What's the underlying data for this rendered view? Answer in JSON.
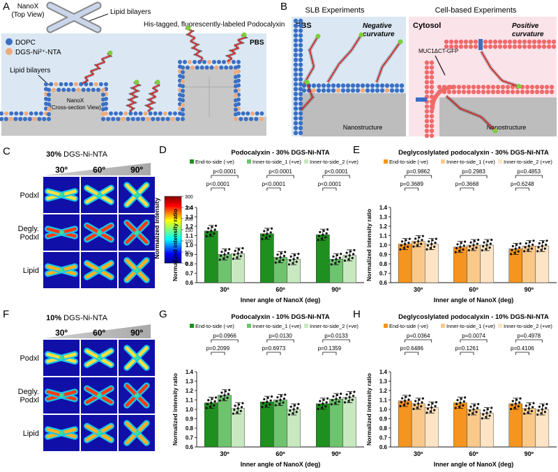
{
  "panel_letters": {
    "A": "A",
    "B": "B",
    "C": "C",
    "D": "D",
    "E": "E",
    "F": "F",
    "G": "G",
    "H": "H"
  },
  "panelA": {
    "nanox_top": "NanoX\n(Top View)",
    "lipid_bilayers_top": "Lipid bilayers",
    "podocalyxin_label": "His-tagged, fluorescently-labeled Podocalyxin",
    "legend_dopc": "DOPC",
    "legend_nta": "DGS-Ni²⁺-NTA",
    "pbs": "PBS",
    "lipid_bilayers": "Lipid bilayers",
    "nanox_cross": "NanoX\n(Cross-section View)",
    "colors": {
      "dopc": "#3a6fc4",
      "nta": "#f2a97a",
      "bg": "#dbe8f4",
      "substrate": "#c8c8c8",
      "protein": "#d62020",
      "star": "#7ccf3a"
    }
  },
  "panelB": {
    "title_left": "SLB Experiments",
    "title_right": "Cell-based Experiments",
    "pbs": "PBS",
    "neg_curv": "Negative\ncurvature",
    "cytosol": "Cytosol",
    "pos_curv": "Positive\ncurvature",
    "muc": "MUC1ΔCT-GFP",
    "nano_left": "Nanostructure",
    "nano_right": "Nanostructure",
    "colors": {
      "left_bg": "#dbe8f4",
      "right_bg": "#fbe3ea",
      "lipid_right": "#f06a6a"
    }
  },
  "heatmap_C": {
    "title_bold": "30%",
    "title_rest": " DGS-Ni-NTA",
    "angles": [
      "30º",
      "60º",
      "90º"
    ],
    "rows": [
      "Podxl",
      "Degly.\nPodxl",
      "Lipid"
    ],
    "colorbar_label": "Normalized Intensity",
    "colorbar_ticks": [
      "300",
      "250",
      "200",
      "150",
      "100",
      "50",
      "0"
    ]
  },
  "heatmap_F": {
    "title_bold": "10%",
    "title_rest": " DGS-Ni-NTA",
    "angles": [
      "30º",
      "60º",
      "90º"
    ],
    "rows": [
      "Podxl",
      "Degly.\nPodxl",
      "Lipid"
    ]
  },
  "chart_data": [
    {
      "panel": "D",
      "type": "bar",
      "title": "Podocalyxin - 30% DGS-Ni-NTA",
      "xlabel": "Inner angle of NanoX (deg)",
      "ylabel": "Normalized intensity ratio",
      "ylim": [
        0.6,
        1.4
      ],
      "yticks": [
        "0.6",
        "0.7",
        "0.8",
        "0.9",
        "1.0",
        "1.1",
        "1.2",
        "1.3",
        "1.4"
      ],
      "categories": [
        "30º",
        "60º",
        "90º"
      ],
      "series": [
        {
          "name": "End-to-side (-ve)",
          "values": [
            1.15,
            1.12,
            1.11
          ],
          "color": "#1f8f1f"
        },
        {
          "name": "Inner-to-side_1 (+ve)",
          "values": [
            0.9,
            0.87,
            0.85
          ],
          "color": "#6ec46e"
        },
        {
          "name": "Inner-to-side_2 (+ve)",
          "values": [
            0.91,
            0.85,
            0.89
          ],
          "color": "#c8e8c0"
        }
      ],
      "pvalues": [
        [
          "p<0.0001",
          "p<0.0001"
        ],
        [
          "p<0.0001",
          "p<0.0001"
        ],
        [
          "p<0.0001",
          "p<0.0001"
        ]
      ]
    },
    {
      "panel": "E",
      "type": "bar",
      "title": "Deglycoslylated podocalyxin - 30% DGS-Ni-NTA",
      "xlabel": "Inner angle of NanoX (deg)",
      "ylabel": "Normalized intensity ratio",
      "ylim": [
        0.6,
        1.4
      ],
      "yticks": [
        "0.6",
        "0.7",
        "0.8",
        "0.9",
        "1.0",
        "1.1",
        "1.2",
        "1.3",
        "1.4"
      ],
      "categories": [
        "30º",
        "60º",
        "90º"
      ],
      "series": [
        {
          "name": "End-to-side (-ve)",
          "values": [
            1.01,
            0.98,
            0.96
          ],
          "color": "#f5941e"
        },
        {
          "name": "Inner-to-side_1 (+ve)",
          "values": [
            1.04,
            1.0,
            0.99
          ],
          "color": "#fac98a"
        },
        {
          "name": "Inner-to-side_2 (+ve)",
          "values": [
            1.01,
            1.0,
            0.99
          ],
          "color": "#fde4c4"
        }
      ],
      "pvalues": [
        [
          "p=0.3689",
          "p=0.9862"
        ],
        [
          "p=0.3668",
          "p=0.2983"
        ],
        [
          "p=0.6248",
          "p=0.4853"
        ]
      ]
    },
    {
      "panel": "G",
      "type": "bar",
      "title": "Podocalyxin - 10% DGS-Ni-NTA",
      "xlabel": "Inner angle of NanoX (deg)",
      "ylabel": "Normalized intensity ratio",
      "ylim": [
        0.6,
        1.4
      ],
      "yticks": [
        "0.6",
        "0.7",
        "0.8",
        "0.9",
        "1.0",
        "1.1",
        "1.2",
        "1.3",
        "1.4"
      ],
      "categories": [
        "30º",
        "60º",
        "90º"
      ],
      "series": [
        {
          "name": "End-to-side (-ve)",
          "values": [
            1.07,
            1.08,
            1.06
          ],
          "color": "#1f8f1f"
        },
        {
          "name": "Inner-to-side_1 (+ve)",
          "values": [
            1.15,
            1.1,
            1.11
          ],
          "color": "#6ec46e"
        },
        {
          "name": "Inner-to-side_2 (+ve)",
          "values": [
            1.01,
            1.0,
            1.13
          ],
          "color": "#c8e8c0"
        }
      ],
      "pvalues": [
        [
          "p=0.2099",
          "p=0.0966"
        ],
        [
          "p=0.6973",
          "p=0.0130"
        ],
        [
          "p=0.1359",
          "p=0.0133"
        ]
      ]
    },
    {
      "panel": "H",
      "type": "bar",
      "title": "Deglycoslylated podocalyxin - 10% DGS-Ni-NTA",
      "xlabel": "Inner angle of NanoX (deg)",
      "ylabel": "Normalized intensity ratio",
      "ylim": [
        0.6,
        1.4
      ],
      "yticks": [
        "0.6",
        "0.7",
        "0.8",
        "0.9",
        "1.0",
        "1.1",
        "1.2",
        "1.3",
        "1.4"
      ],
      "categories": [
        "30º",
        "60º",
        "90º"
      ],
      "series": [
        {
          "name": "End-to-side (-ve)",
          "values": [
            1.09,
            1.07,
            1.06
          ],
          "color": "#f5941e"
        },
        {
          "name": "Inner-to-side_1 (+ve)",
          "values": [
            1.06,
            1.0,
            1.01
          ],
          "color": "#fac98a"
        },
        {
          "name": "Inner-to-side_2 (+ve)",
          "values": [
            1.02,
            0.96,
            1.0
          ],
          "color": "#fde4c4"
        }
      ],
      "pvalues": [
        [
          "p=0.6486",
          "p=0.0364"
        ],
        [
          "p=0.1261",
          "p=0.0074"
        ],
        [
          "p=0.4106",
          "p=0.4978"
        ]
      ]
    }
  ]
}
